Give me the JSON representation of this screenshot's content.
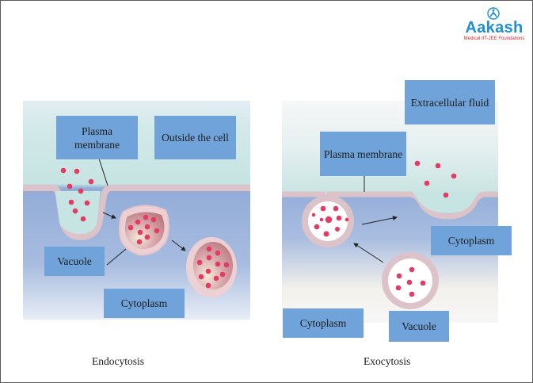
{
  "logo": {
    "brand": "Aakash",
    "tagline": "Medical IIT-JEE Foundations",
    "icon": "aakash-person-logo-icon",
    "brand_color": "#1e8fd0",
    "tagline_color": "#d02c2c"
  },
  "endocytosis": {
    "caption": "Endocytosis",
    "labels": {
      "plasma_membrane": "Plasma membrane",
      "outside_cell": "Outside the cell",
      "vacuole": "Vacuole",
      "cytoplasm": "Cytoplasm"
    }
  },
  "exocytosis": {
    "caption": "Exocytosis",
    "labels": {
      "extracellular_fluid": "Extracellular fluid",
      "plasma_membrane": "Plasma membrane",
      "cytoplasm_right": "Cytoplasm",
      "cytoplasm_left": "Cytoplasm",
      "vacuole": "Vacuole"
    }
  },
  "colors": {
    "label_box": "#6fa3d9",
    "membrane": "#dcc3c9",
    "particle": "#e43a63",
    "outside_fluid": "#cde6e6",
    "cytoplasm": "#8fa8d6"
  }
}
